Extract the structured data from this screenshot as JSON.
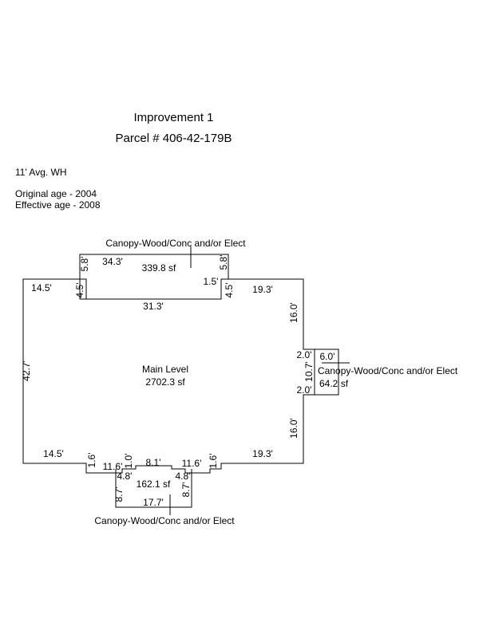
{
  "header": {
    "title": "Improvement 1",
    "parcel": "Parcel # 406-42-179B"
  },
  "info": {
    "wall_height": "11' Avg. WH",
    "original_age": "Original age - 2004",
    "effective_age": "Effective age - 2008"
  },
  "sketch": {
    "main": {
      "name": "Main Level",
      "area": "2702.3 sf"
    },
    "canopy_top": {
      "name": "Canopy-Wood/Conc and/or Elect",
      "area": "339.8 sf"
    },
    "canopy_right": {
      "name": "Canopy-Wood/Conc and/or Elect",
      "area": "64.2 sf"
    },
    "canopy_bottom": {
      "name": "Canopy-Wood/Conc and/or Elect",
      "area": "162.1 sf"
    },
    "dims": {
      "top_left": "14.5'",
      "top_right": "19.3'",
      "left": "42.7'",
      "notch_top_left": "4.5'",
      "notch_top_right": "4.5'",
      "notch_top_bottom": "31.3'",
      "canopy_top_width": "34.3'",
      "canopy_top_left": "5.8'",
      "canopy_top_right": "5.8'",
      "canopy_top_step": "1.5'",
      "right_upper": "16.0'",
      "right_lower": "16.0'",
      "canopy_right_width": "6.0'",
      "canopy_right_height": "10.7'",
      "canopy_right_top_step": "2.0'",
      "canopy_right_bottom_step": "2.0'",
      "bottom_left": "14.5'",
      "bottom_right": "19.3'",
      "step_left": "1.6'",
      "step_right": "1.6'",
      "bottom_inner_left": "11.6'",
      "bottom_inner_right": "11.6'",
      "bottom_center": "8.1'",
      "bottom_center_step": "1.0'",
      "canopy_bottom_left_step": "4.8'",
      "canopy_bottom_right_step": "4.8'",
      "canopy_bottom_left": "8.7'",
      "canopy_bottom_right": "8.7'",
      "canopy_bottom_width": "17.7'"
    }
  }
}
